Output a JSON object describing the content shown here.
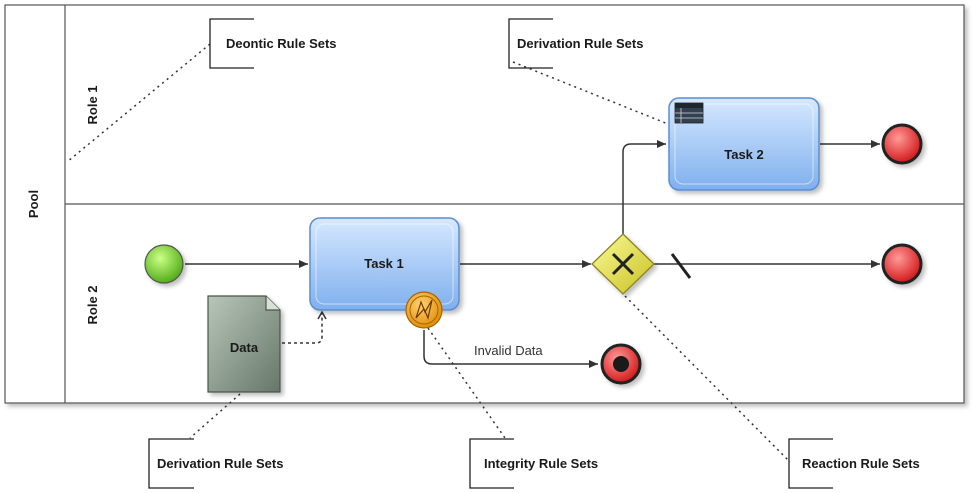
{
  "pool": {
    "label": "Pool"
  },
  "lanes": [
    {
      "label": "Role 1"
    },
    {
      "label": "Role 2"
    }
  ],
  "tasks": [
    {
      "id": "task1",
      "label": "Task 1"
    },
    {
      "id": "task2",
      "label": "Task 2"
    }
  ],
  "data_object": {
    "label": "Data"
  },
  "flow_labels": {
    "error_flow": "Invalid Data"
  },
  "annotations": [
    {
      "id": "deontic",
      "label": "Deontic Rule Sets"
    },
    {
      "id": "derivation_top",
      "label": "Derivation Rule Sets"
    },
    {
      "id": "derivation_bottom",
      "label": "Derivation Rule Sets"
    },
    {
      "id": "integrity",
      "label": "Integrity Rule Sets"
    },
    {
      "id": "reaction",
      "label": "Reaction Rule Sets"
    }
  ],
  "colors": {
    "task_fill": "#a8c8f0",
    "start_event": "#66cc22",
    "end_event": "#e02020",
    "gateway": "#e6e04a",
    "error_event": "#f0a020",
    "data_object": "#8a9a8a"
  }
}
